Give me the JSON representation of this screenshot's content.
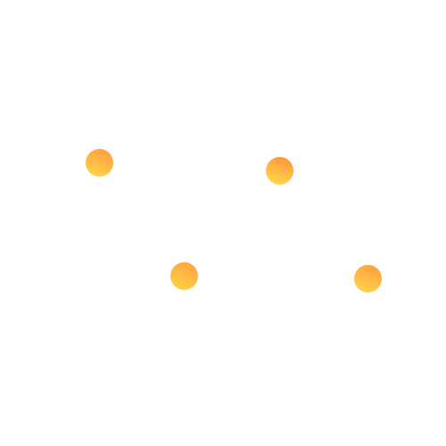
{
  "scene": {
    "background": "#ffffff",
    "dots": [
      {
        "id": "dot-1",
        "color_top": "#ff9a3d",
        "color_bottom": "#ffd84a"
      },
      {
        "id": "dot-2",
        "color_top": "#ff8f3a",
        "color_bottom": "#ffe04e"
      },
      {
        "id": "dot-3",
        "color_top": "#ffa23e",
        "color_bottom": "#ffd24a"
      },
      {
        "id": "dot-4",
        "color_top": "#ff9a3d",
        "color_bottom": "#ffd94b"
      }
    ]
  }
}
